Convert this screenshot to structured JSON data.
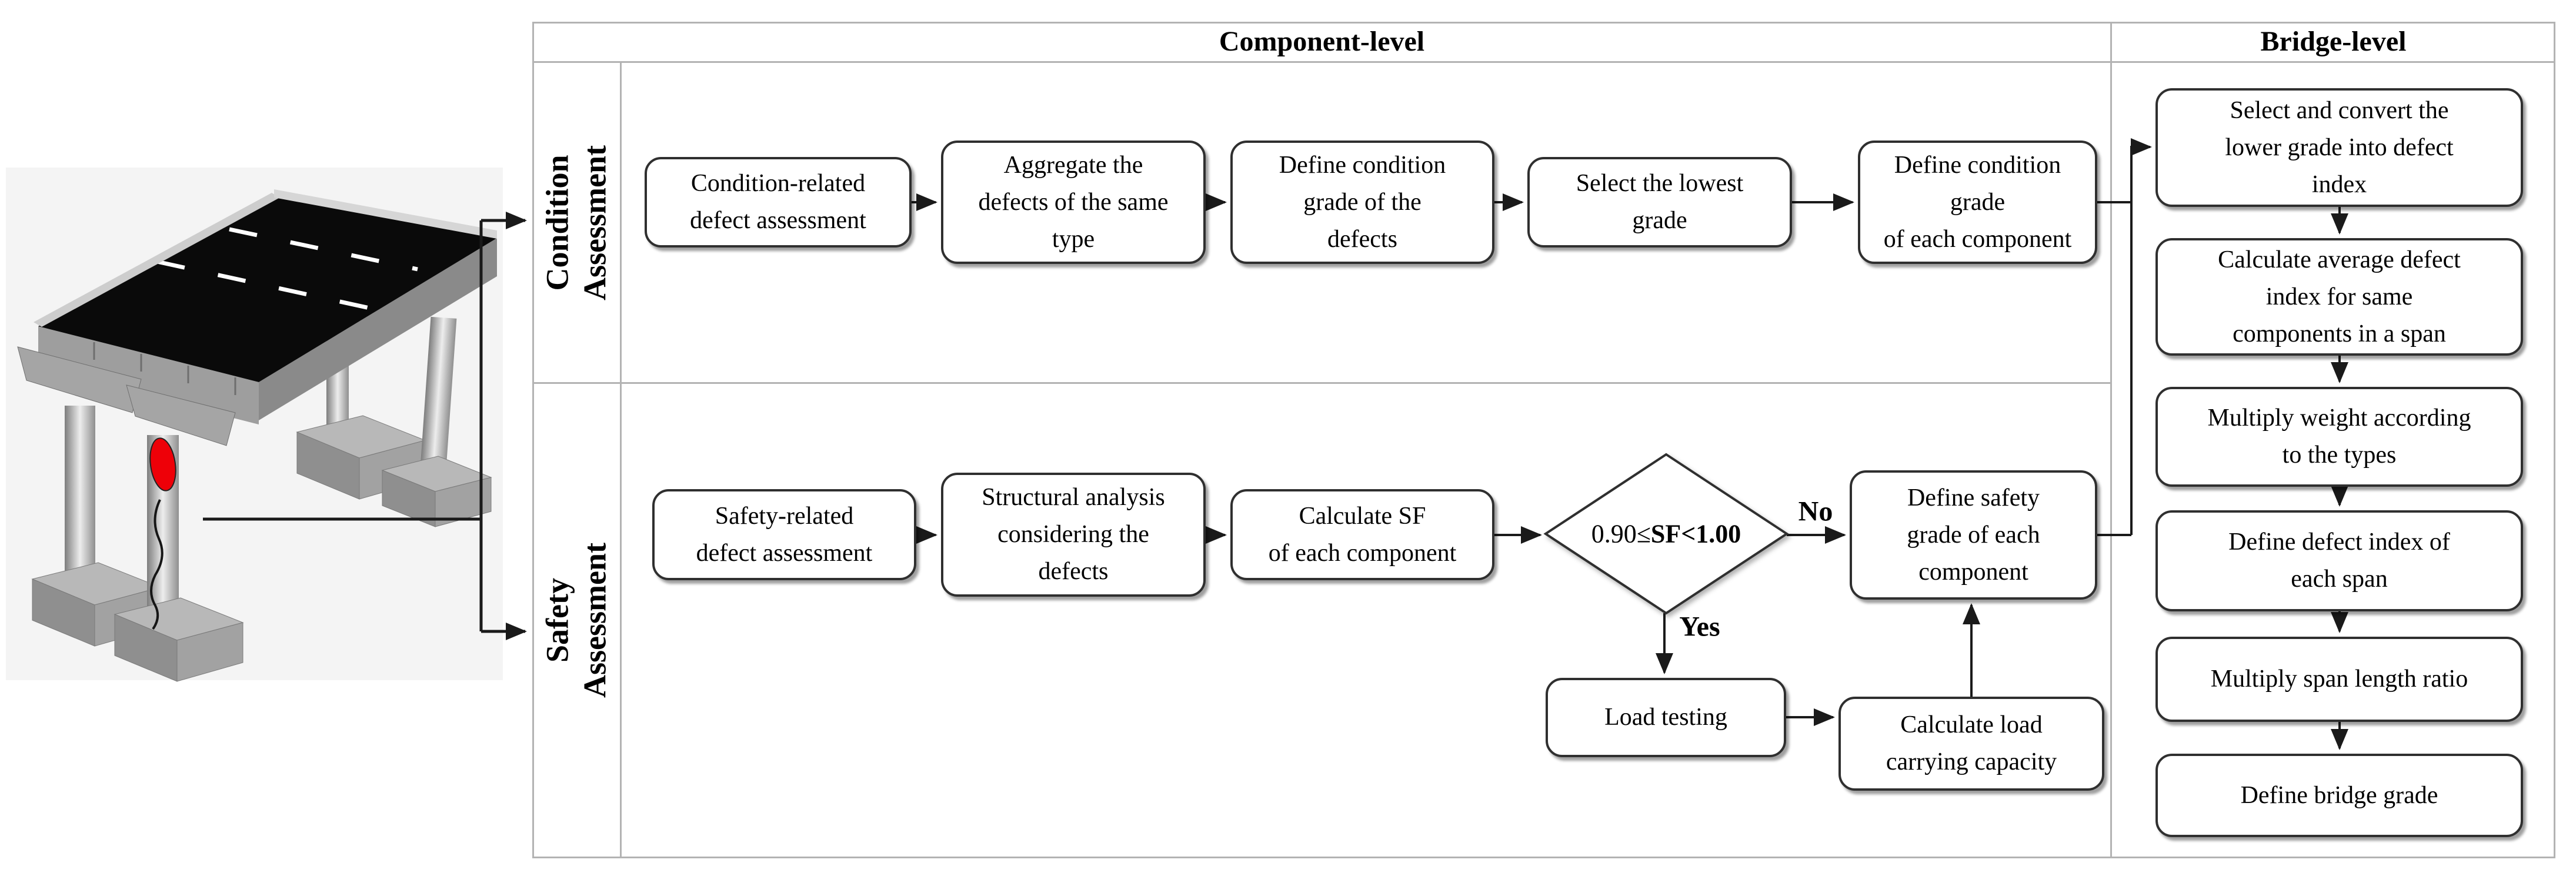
{
  "headers": {
    "component_level": "Component-level",
    "bridge_level": "Bridge-level"
  },
  "row_labels": {
    "condition": "Condition\nAssessment",
    "safety": "Safety\nAssessment"
  },
  "condition_steps": [
    "Condition-related\ndefect assessment",
    "Aggregate the\ndefects of the same\ntype",
    "Define condition\ngrade of the\ndefects",
    "Select the lowest\ngrade",
    "Define condition\ngrade\nof each component"
  ],
  "safety": {
    "steps": [
      "Safety-related\ndefect assessment",
      "Structural analysis\nconsidering the\ndefects",
      "Calculate SF\nof each component"
    ],
    "decision": {
      "pre": "0.90≤",
      "sf": "SF",
      "post": "<1.00"
    },
    "no_label": "No",
    "yes_label": "Yes",
    "define_grade": "Define safety\ngrade of each\ncomponent",
    "load_testing": "Load testing",
    "load_capacity": "Calculate load\ncarrying capacity"
  },
  "bridge_steps": [
    "Select and convert the\nlower grade into defect\nindex",
    "Calculate average defect\nindex for same\ncomponents in a span",
    "Multiply weight according\nto the types",
    "Define defect index of\neach span",
    "Multiply span length ratio",
    "Define bridge grade"
  ],
  "colors": {
    "defect_marker": "#ee0008",
    "road_surface": "#0a0a0a",
    "concrete": "#a8a8a8",
    "box_border": "#2f2f2f",
    "grid_line": "#b3b3b3",
    "connector": "#1a1a1a"
  }
}
